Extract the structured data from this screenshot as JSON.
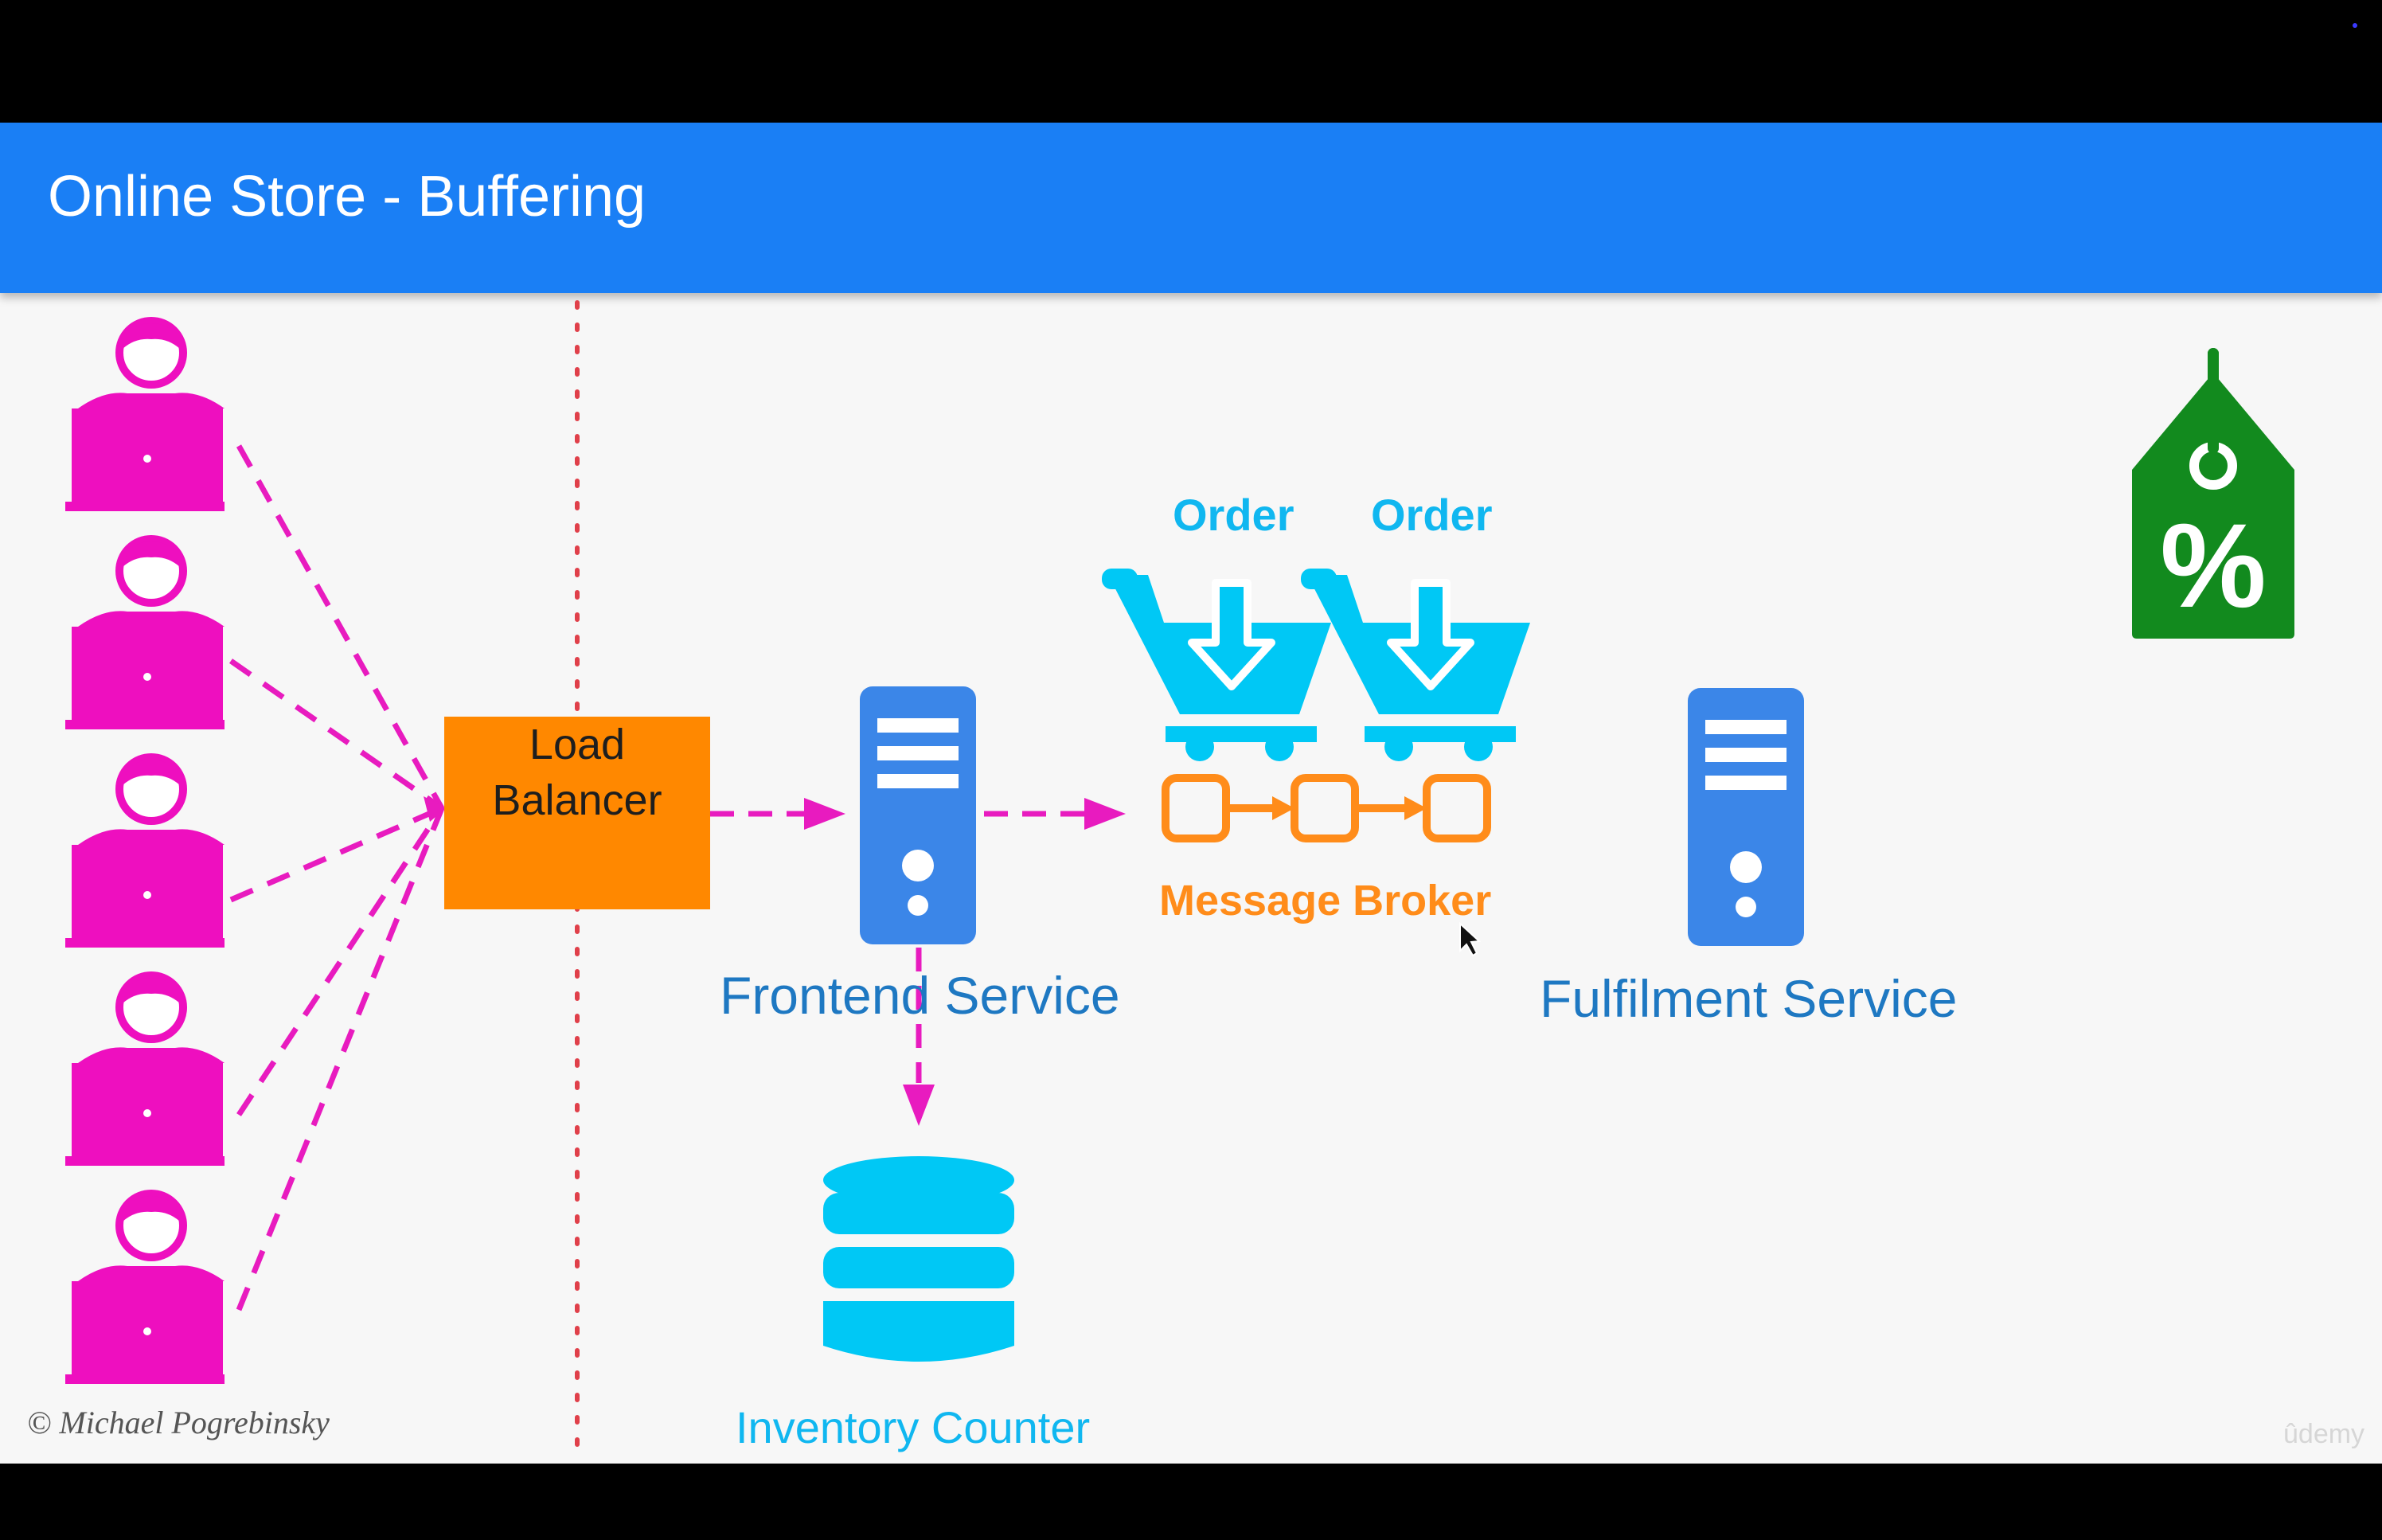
{
  "slide": {
    "title": "Online Store - Buffering",
    "copyright": "© Michael Pogrebinsky",
    "watermark": "ûdemy"
  },
  "colors": {
    "title_bar": "#1a7ff5",
    "users": "#ee0fbf",
    "arrows": "#e81bbf",
    "divider": "#e0404a",
    "load_balancer": "#ff8800",
    "server": "#3b86e8",
    "cart": "#00c8f5",
    "broker": "#ff8c1a",
    "database": "#00c8f5",
    "discount_tag": "#128a1e"
  },
  "diagram": {
    "users": [
      "user",
      "user",
      "user",
      "user",
      "user"
    ],
    "load_balancer": {
      "label": "Load Balancer"
    },
    "frontend_service": {
      "label": "Frontend Service"
    },
    "fulfilment_service": {
      "label": "Fulfilment Service"
    },
    "inventory_counter": {
      "label": "Inventory Counter"
    },
    "message_broker": {
      "label": "Message Broker"
    },
    "orders": [
      {
        "label": "Order"
      },
      {
        "label": "Order"
      }
    ],
    "discount_tag": {
      "symbol": "%"
    }
  },
  "icons": [
    "user-laptop-icon",
    "server-icon",
    "database-icon",
    "shopping-cart-icon",
    "queue-icon",
    "discount-tag-icon",
    "mouse-cursor-icon"
  ]
}
